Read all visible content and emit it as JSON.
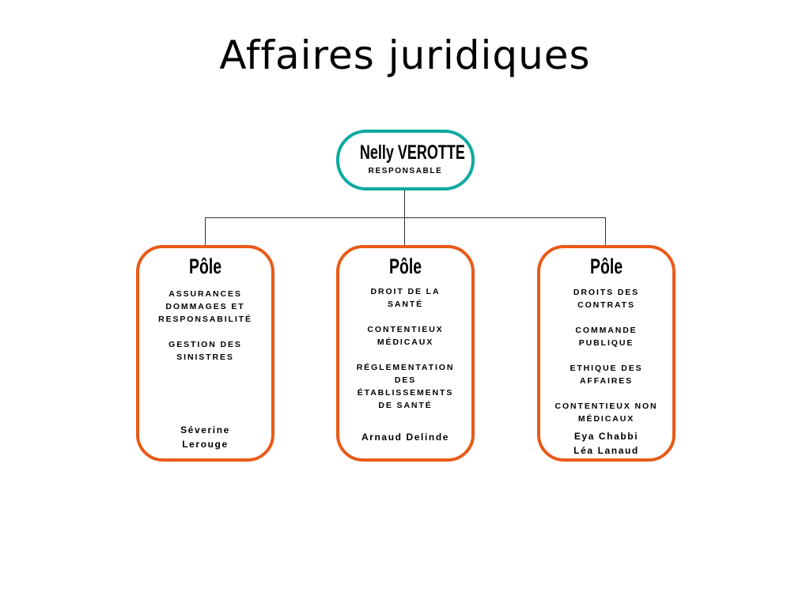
{
  "title": "Affaires juridiques",
  "colors": {
    "head_border": "#0fa9a1",
    "pole_border": "#e95a18",
    "connector": "#333333"
  },
  "head": {
    "name": "Nelly VEROTTE",
    "role": "RESPONSABLE"
  },
  "poles": [
    {
      "title": "Pôle",
      "items": [
        {
          "lines": [
            "ASSURANCES",
            "DOMMAGES ET",
            "RESPONSABILITÉ"
          ]
        },
        {
          "lines": [
            "GESTION DES",
            "SINISTRES"
          ]
        }
      ],
      "people": [
        "Séverine",
        "Lerouge"
      ]
    },
    {
      "title": "Pôle",
      "items": [
        {
          "lines": [
            "DROIT DE LA",
            "SANTÉ"
          ]
        },
        {
          "lines": [
            "CONTENTIEUX",
            "MÉDICAUX"
          ]
        },
        {
          "lines": [
            "RÉGLEMENTATION",
            "DES",
            "ÉTABLISSEMENTS",
            "DE SANTÉ"
          ]
        }
      ],
      "people": [
        "Arnaud Delinde"
      ]
    },
    {
      "title": "Pôle",
      "items": [
        {
          "lines": [
            "DROITS DES",
            "CONTRATS"
          ]
        },
        {
          "lines": [
            "COMMANDE",
            "PUBLIQUE"
          ]
        },
        {
          "lines": [
            "ETHIQUE DES",
            "AFFAIRES"
          ]
        },
        {
          "lines": [
            "CONTENTIEUX NON",
            "MÉDICAUX"
          ]
        }
      ],
      "people": [
        "Eya Chabbi",
        "Léa Lanaud"
      ]
    }
  ]
}
